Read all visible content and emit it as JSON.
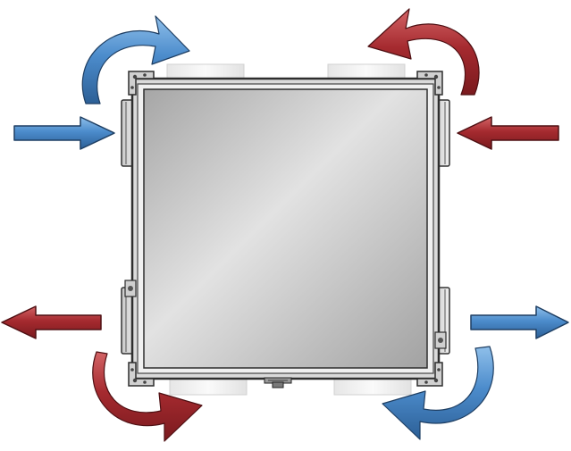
{
  "diagram": {
    "colors": {
      "background": "#ffffff",
      "supply_blue": "#3f7fc1",
      "supply_blue_light": "#7fb3e6",
      "supply_blue_dark": "#2c5f96",
      "extract_red": "#a52a2f",
      "extract_red_light": "#d46466",
      "extract_red_dark": "#7a1a1e",
      "housing_frame": "#dedede",
      "housing_panel_light": "#e8e8e8",
      "housing_panel_dark": "#a9a9a9",
      "collar_light": "#f6f6f6",
      "collar_mid": "#e2e2e2"
    },
    "unit": {
      "type": "heat-recovery-ventilation-unit",
      "collars": [
        "top-left",
        "top-right",
        "bottom-left",
        "bottom-right"
      ],
      "side_duct_ports": [
        "left-upper",
        "left-lower",
        "right-upper",
        "right-lower"
      ],
      "brackets": [
        "top-left",
        "top-right",
        "bottom-left",
        "bottom-right"
      ],
      "bottom_fitting": "condensate-drain"
    },
    "airflows": [
      {
        "id": "left-top-inlet",
        "kind": "straight-arrow",
        "color": "blue",
        "direction": "into-unit"
      },
      {
        "id": "right-top-inlet",
        "kind": "straight-arrow",
        "color": "red",
        "direction": "into-unit"
      },
      {
        "id": "left-bottom-outlet",
        "kind": "straight-arrow",
        "color": "red",
        "direction": "out-of-unit"
      },
      {
        "id": "right-bottom-outlet",
        "kind": "straight-arrow",
        "color": "blue",
        "direction": "out-of-unit"
      },
      {
        "id": "top-left-curve",
        "kind": "curved-arrow",
        "color": "blue",
        "direction": "rotation-option"
      },
      {
        "id": "top-right-curve",
        "kind": "curved-arrow",
        "color": "red",
        "direction": "rotation-option"
      },
      {
        "id": "bottom-left-curve",
        "kind": "curved-arrow",
        "color": "red",
        "direction": "rotation-option"
      },
      {
        "id": "bottom-right-curve",
        "kind": "curved-arrow",
        "color": "blue",
        "direction": "rotation-option"
      }
    ]
  }
}
